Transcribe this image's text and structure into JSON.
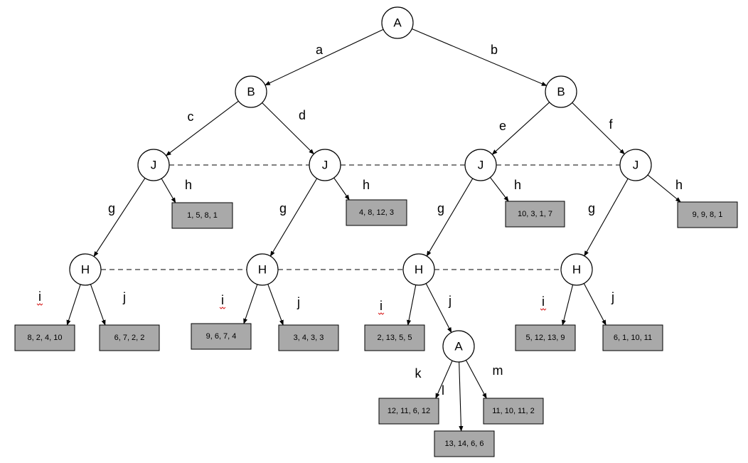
{
  "nodes": {
    "root": {
      "label": "A"
    },
    "b_left": {
      "label": "B"
    },
    "b_right": {
      "label": "B"
    },
    "j1": {
      "label": "J"
    },
    "j2": {
      "label": "J"
    },
    "j3": {
      "label": "J"
    },
    "j4": {
      "label": "J"
    },
    "h1": {
      "label": "H"
    },
    "h2": {
      "label": "H"
    },
    "h3": {
      "label": "H"
    },
    "h4": {
      "label": "H"
    },
    "a2": {
      "label": "A"
    }
  },
  "edges": [
    {
      "id": "e-a",
      "from": "root",
      "to": "b_left",
      "label": "a"
    },
    {
      "id": "e-b",
      "from": "root",
      "to": "b_right",
      "label": "b"
    },
    {
      "id": "e-c",
      "from": "b_left",
      "to": "j1",
      "label": "c"
    },
    {
      "id": "e-d",
      "from": "b_left",
      "to": "j2",
      "label": "d"
    },
    {
      "id": "e-e",
      "from": "b_right",
      "to": "j3",
      "label": "e"
    },
    {
      "id": "e-f",
      "from": "b_right",
      "to": "j4",
      "label": "f"
    },
    {
      "id": "e-g1",
      "from": "j1",
      "to": "h1",
      "label": "g"
    },
    {
      "id": "e-h1",
      "from": "j1",
      "to": "leaf1",
      "label": "h"
    },
    {
      "id": "e-g2",
      "from": "j2",
      "to": "h2",
      "label": "g"
    },
    {
      "id": "e-h2",
      "from": "j2",
      "to": "leaf2",
      "label": "h"
    },
    {
      "id": "e-g3",
      "from": "j3",
      "to": "h3",
      "label": "g"
    },
    {
      "id": "e-h3",
      "from": "j3",
      "to": "leaf3",
      "label": "h"
    },
    {
      "id": "e-g4",
      "from": "j4",
      "to": "h4",
      "label": "g"
    },
    {
      "id": "e-h4",
      "from": "j4",
      "to": "leaf4",
      "label": "h"
    },
    {
      "id": "e-i1",
      "from": "h1",
      "to": "leaf5",
      "label": "i"
    },
    {
      "id": "e-j1",
      "from": "h1",
      "to": "leaf6",
      "label": "j"
    },
    {
      "id": "e-i2",
      "from": "h2",
      "to": "leaf7",
      "label": "i"
    },
    {
      "id": "e-j2",
      "from": "h2",
      "to": "leaf8",
      "label": "j"
    },
    {
      "id": "e-i3",
      "from": "h3",
      "to": "leaf9",
      "label": "i"
    },
    {
      "id": "e-j3",
      "from": "h3",
      "to": "a2",
      "label": "j"
    },
    {
      "id": "e-i4",
      "from": "h4",
      "to": "leaf10",
      "label": "i"
    },
    {
      "id": "e-j4",
      "from": "h4",
      "to": "leaf11",
      "label": "j"
    },
    {
      "id": "e-k",
      "from": "a2",
      "to": "leaf12",
      "label": "k"
    },
    {
      "id": "e-l",
      "from": "a2",
      "to": "leaf13",
      "label": "l"
    },
    {
      "id": "e-m",
      "from": "a2",
      "to": "leaf14",
      "label": "m"
    }
  ],
  "leaves": {
    "leaf1": {
      "payoff": "1, 5, 8, 1"
    },
    "leaf2": {
      "payoff": "4, 8, 12, 3"
    },
    "leaf3": {
      "payoff": "10, 3, 1, 7"
    },
    "leaf4": {
      "payoff": "9, 9, 8, 1"
    },
    "leaf5": {
      "payoff": "8, 2, 4, 10"
    },
    "leaf6": {
      "payoff": "6, 7, 2, 2"
    },
    "leaf7": {
      "payoff": "9, 6, 7, 4"
    },
    "leaf8": {
      "payoff": "3, 4, 3, 3"
    },
    "leaf9": {
      "payoff": "2, 13, 5, 5"
    },
    "leaf10": {
      "payoff": "5, 12, 13, 9"
    },
    "leaf11": {
      "payoff": "6, 1, 10, 11"
    },
    "leaf12": {
      "payoff": "12, 11, 6, 12"
    },
    "leaf13": {
      "payoff": "13, 14, 6, 6"
    },
    "leaf14": {
      "payoff": "11, 10, 11, 2"
    }
  },
  "information_sets": [
    {
      "id": "info-set-j",
      "members": [
        "j1",
        "j2",
        "j3",
        "j4"
      ]
    },
    {
      "id": "info-set-h",
      "members": [
        "h1",
        "h2",
        "h3",
        "h4"
      ]
    }
  ],
  "colors": {
    "leaf_fill": "#a9a9a9",
    "line": "#000000",
    "spellcheck_underline": "#d92020"
  }
}
